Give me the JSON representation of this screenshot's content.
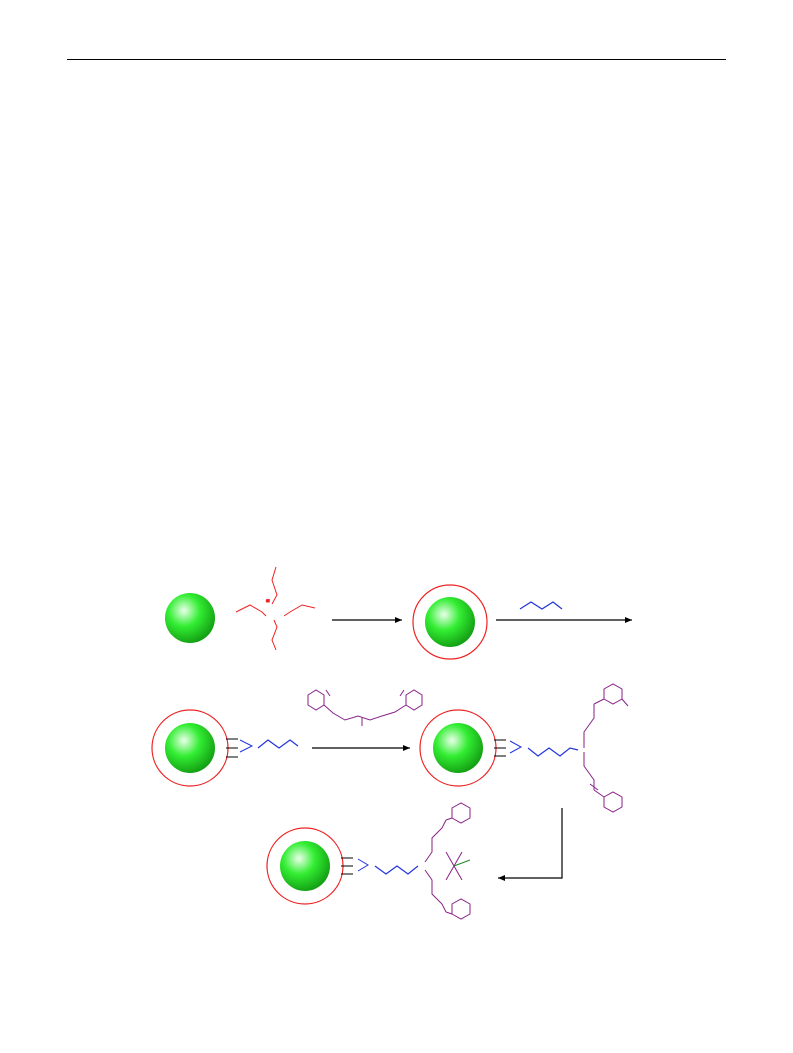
{
  "page": {
    "background": "#ffffff"
  },
  "colors": {
    "core_light": "#eaffea",
    "core_mid": "#33ee33",
    "core_dark": "#119911",
    "shell": "#ee2222",
    "silane": "#ee2222",
    "linker": "#2233dd",
    "ligand": "#882288",
    "metal_bond": "#228822",
    "arrow": "#000000"
  },
  "scheme": {
    "steps": [
      {
        "from": "bare-core",
        "to": "coated-core",
        "reagent": "tetraethyl-orthosilicate"
      },
      {
        "from": "coated-core",
        "to": "aminopropyl-core",
        "reagent": "aminopropyl-silane"
      },
      {
        "from": "aminopropyl-core",
        "to": "schiff-base-core",
        "reagent": "bis-aldehyde-ligand"
      },
      {
        "from": "schiff-base-core",
        "to": "metal-complex-core",
        "reagent": "metal-salt"
      }
    ]
  }
}
